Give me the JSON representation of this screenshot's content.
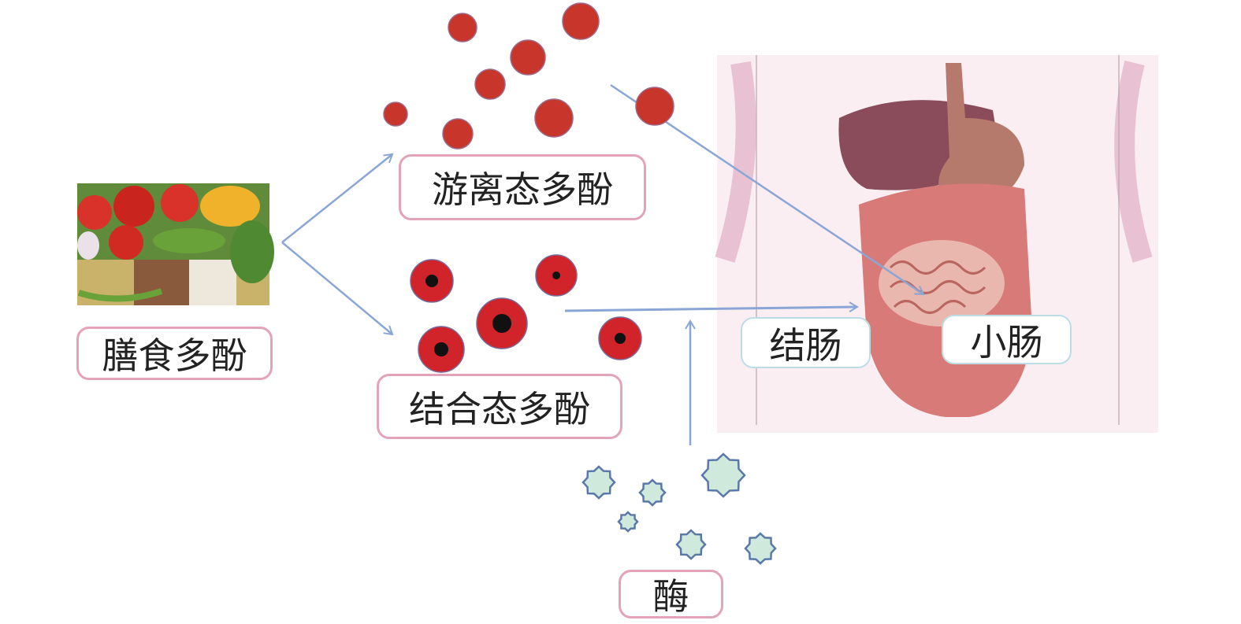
{
  "labels": {
    "dietary": "膳食多酚",
    "free": "游离态多酚",
    "bound": "结合态多酚",
    "enzyme": "酶",
    "colon": "结肠",
    "small_intestine": "小肠"
  },
  "colors": {
    "free_polyphenol": "#c8352b",
    "bound_polyphenol": "#d0232a",
    "enzyme": "#cfe9dd",
    "enzyme_outline": "#5a78a8",
    "arrow": "#8aa6d6",
    "label_border": "#e3a3b8"
  }
}
